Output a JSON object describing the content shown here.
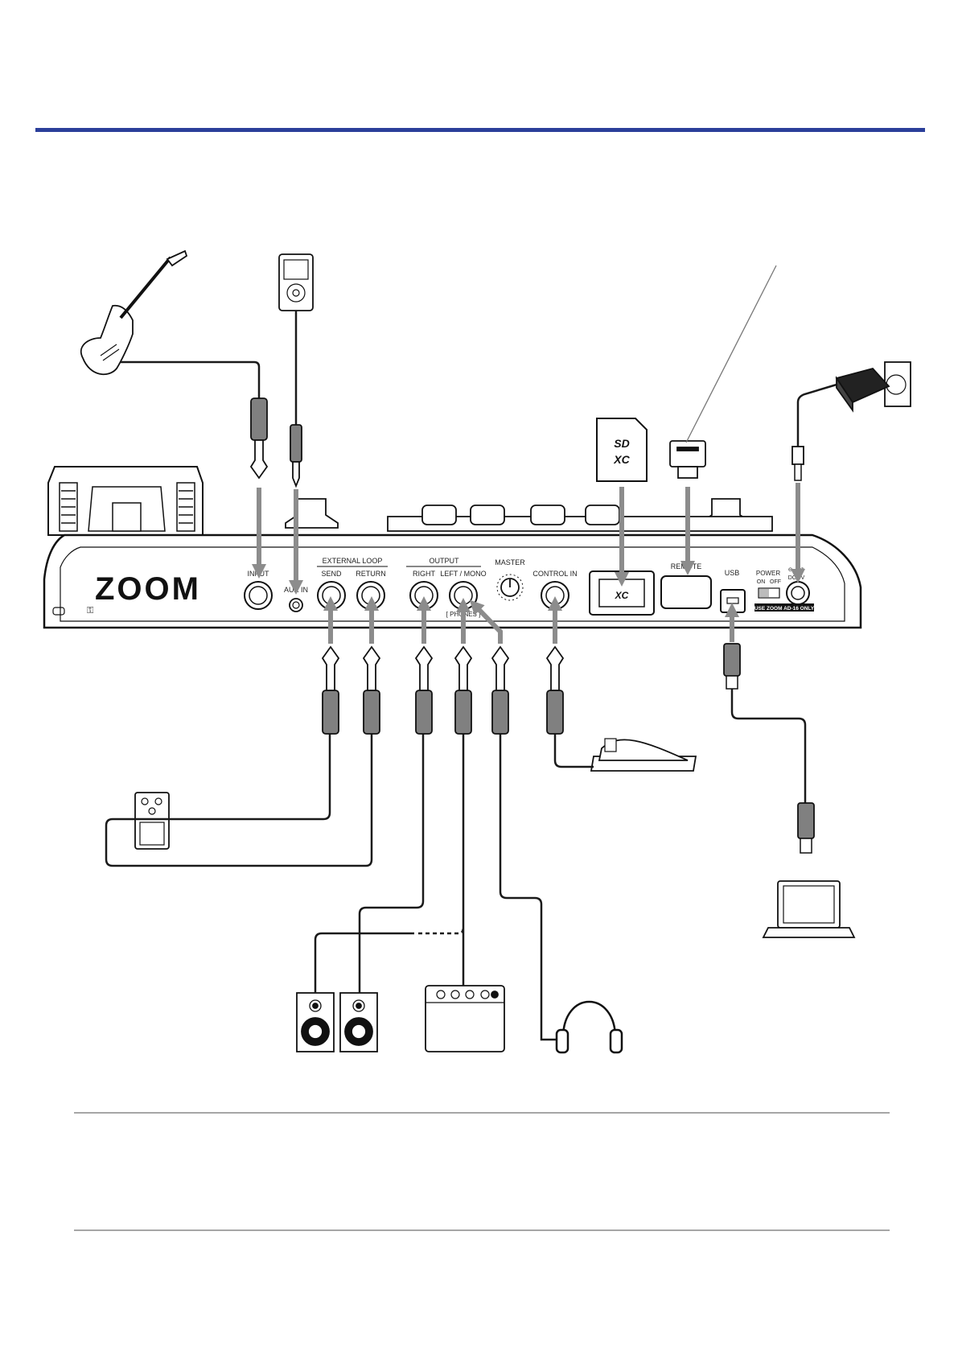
{
  "colors": {
    "header_rule": "#2b3f9a",
    "line": "#1a1a1a",
    "plug": "#808080",
    "arrow": "#8c8c8c",
    "rule": "#888888"
  },
  "device": {
    "logo": "ZOOM",
    "labels": {
      "input": "INPUT",
      "aux_in": "AUX IN",
      "external_loop": "EXTERNAL LOOP",
      "send": "SEND",
      "return": "RETURN",
      "output": "OUTPUT",
      "right": "RIGHT",
      "left_mono": "LEFT / MONO",
      "phones": "[ PHONES ]",
      "master": "MASTER",
      "control_in": "CONTROL IN",
      "remote": "REMOTE",
      "usb": "USB",
      "power": "POWER",
      "on": "ON",
      "off": "OFF",
      "dc_9v": "DC 9V",
      "adapter_note": "USE ZOOM AD-16 ONLY"
    }
  },
  "sd_card": {
    "sd": "SD",
    "xc": "XC"
  },
  "icons": [
    "guitar-icon",
    "media-player-icon",
    "sd-card-icon",
    "remote-adapter-icon",
    "ac-adapter-icon",
    "effect-pedal-icon",
    "expression-pedal-icon",
    "monitor-speaker-icon",
    "guitar-amp-icon",
    "headphones-icon",
    "laptop-icon"
  ]
}
